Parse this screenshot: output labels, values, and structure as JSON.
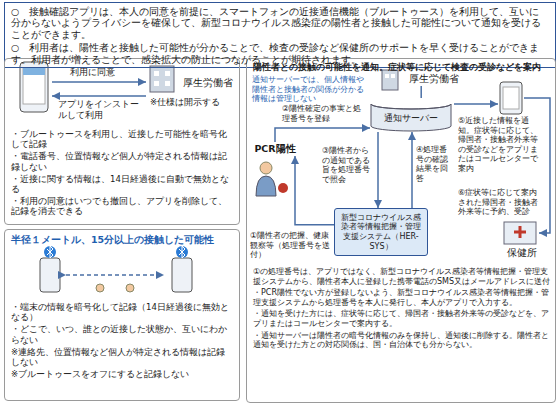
{
  "diagram": {
    "nodes": [
      {
        "text": [
          "○　接触確認アプリは、本人の同意を前提に、スマートフォンの近接通信機能（ブルートゥース）を利用して、互いに分からないようプライバシーを確保して、新型コロナウイルス感染症の陽性者と接触した可能性について通知を受けることができます。",
          "○　利用者は、陽性者と接触した可能性が分かることで、検査の受診など保健所のサポートを早く受けることができます。利用者が増えることで、感染拡大の防止につながることが期待されます。"
        ]
      },
      {
        "text": [
          "・ブルートゥースを利用し、近接した可能性を暗号化して記録",
          "・電話番号、位置情報など個人が特定される情報は記録しない",
          "・近接に関する情報は、14日経過後に自動で無効となる",
          "・利用の同意はいつでも撤回し、アプリを削除して、記録を消去できる"
        ]
      },
      {
        "text": [
          "厚生労働省"
        ],
        "in": 1
      },
      {
        "text": [
          "半径１メートル、15分以上の接触した可能性",
          "・端末の情報を暗号化して記録（14日経過後に無効となる）",
          "・どこで、いつ、誰との近接した状態か、互いにわからない",
          "※連絡先、位置情報など個人が特定される情報は記録しない",
          "※ブルートゥースをオフにすると記録しない"
        ]
      },
      {
        "text": [
          "陽性者との接触の可能性を通知。症状等に応じて検査の受診などを案内",
          "①の処理番号は、アプリではなく、新型コロナウイルス感染者等情報把握・管理支援システムから、陽性者本人に登録した携帯電話のSMS又はメールアドレスに送付",
          "・PCR陽性でない方が登録しないよう、新型コロナウイルス感染者等情報把握・管理支援システムから処理番号を本人に発行し、本人がアプリで入力する。",
          "・通知を受けた方には、症状等に応じて、帰国者・接触者外来等の受診などを、アプリまたはコールセンターで案内する。",
          "・通知サーバーは陽性者の暗号化情報のみを保持し、通知後に削除する。陽性者と通知を受けた方との対応関係は、国・自治体でも分からない。"
        ]
      },
      {
        "text": [
          "厚生労働省"
        ],
        "in": 4
      },
      {
        "text": [
          "通知サーバー"
        ],
        "in": 4
      },
      {
        "text": [
          "PCR陽性"
        ],
        "in": 4
      },
      {
        "text": [
          "新型コロナウイルス感染者等情報把握・管理支援システム（HER-SYS）"
        ],
        "in": 4
      },
      {
        "text": [
          "保健所"
        ],
        "in": 4
      }
    ],
    "edges": [
      {
        "from": 5,
        "to": 6,
        "arrow": "none"
      },
      {
        "from": 7,
        "to": 6,
        "label": "②陽性確定の事実と処理番号を登録",
        "arrow": "to"
      },
      {
        "from": 6,
        "to": 8,
        "label": "③陽性者からの通知である旨を処理番号で照会",
        "arrow": "to"
      },
      {
        "from": 8,
        "to": 6,
        "label": "④処理番号の確認結果を回答",
        "arrow": "to"
      },
      {
        "from": 8,
        "to": 7,
        "label": "①陽性者の把握、健康観察等（処理番号を送付）",
        "arrow": "to"
      }
    ],
    "labels": [
      "利用に同意",
      "アプリをインストールして利用",
      "※仕様は開示する",
      "通知サーバーでは、個人情報や陽性者と接触者の関係が分かる情報は管理しない",
      "⑤近接した情報を通知。症状等に応じて、帰国者・接触者外来等の受診などをアプリまたはコールセンターで案内",
      "⑥症状等に応じて案内された帰国者・接触者外来等に予約、受診"
    ]
  }
}
